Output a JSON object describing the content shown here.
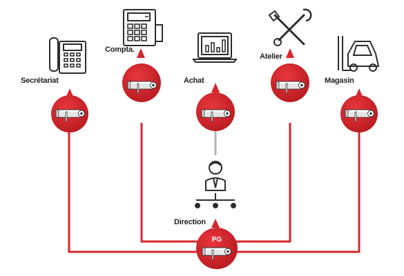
{
  "colors": {
    "accent": "#d7262c",
    "line": "#d7262c",
    "icon": "#2b2b2b",
    "bg": "#ffffff"
  },
  "departments": [
    {
      "key": "secretariat",
      "label": "Secrétariat",
      "icon": "telephone-icon"
    },
    {
      "key": "compta",
      "label": "Compta.",
      "icon": "calculator-icon"
    },
    {
      "key": "achat",
      "label": "Achat",
      "icon": "laptop-chart-icon"
    },
    {
      "key": "atelier",
      "label": "Atelier",
      "icon": "tools-icon"
    },
    {
      "key": "magasin",
      "label": "Magasin",
      "icon": "forklift-icon"
    }
  ],
  "direction": {
    "label": "Direction",
    "icon": "manager-icon"
  },
  "master": {
    "badge": "PG"
  }
}
